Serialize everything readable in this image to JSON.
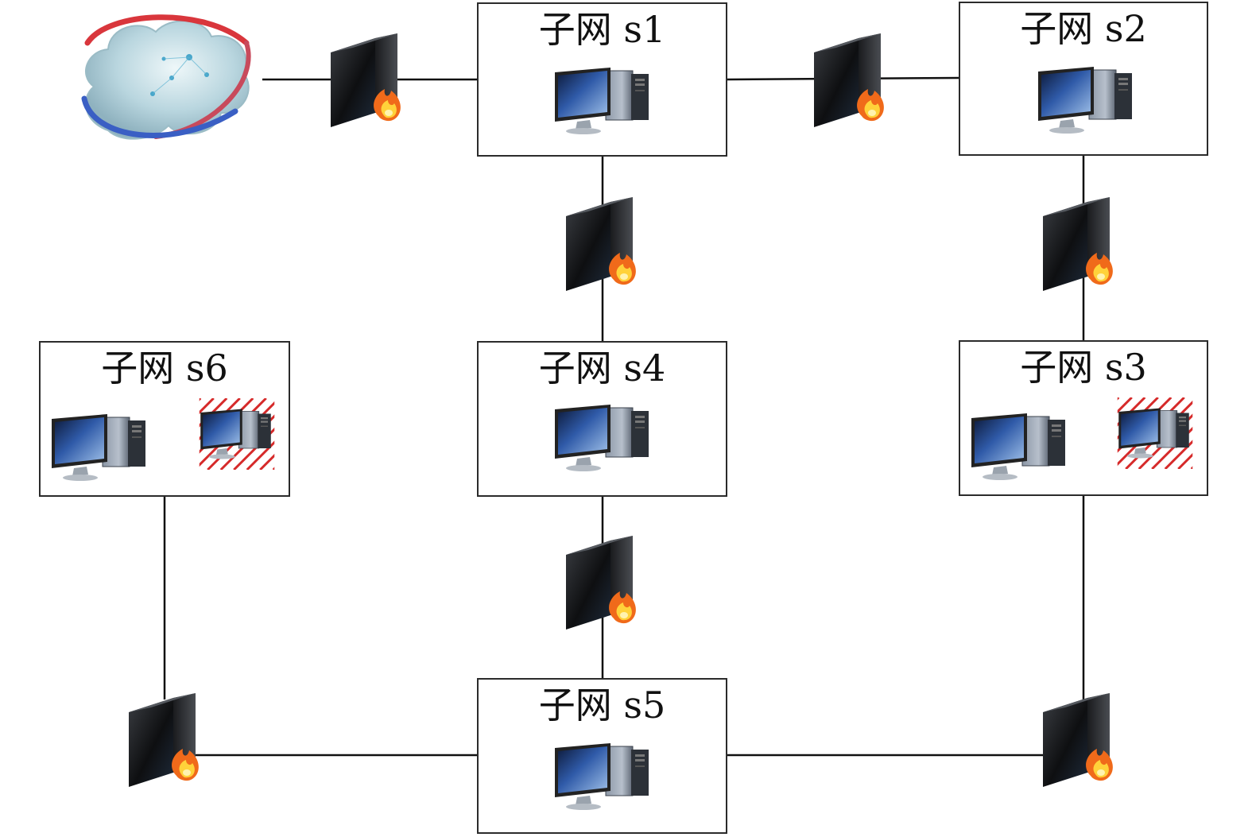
{
  "diagram": {
    "subnets": [
      {
        "id": "s1",
        "label": "子网 s1",
        "infected_hosts": 0
      },
      {
        "id": "s2",
        "label": "子网 s2",
        "infected_hosts": 0
      },
      {
        "id": "s3",
        "label": "子网 s3",
        "infected_hosts": 1
      },
      {
        "id": "s4",
        "label": "子网 s4",
        "infected_hosts": 0
      },
      {
        "id": "s5",
        "label": "子网 s5",
        "infected_hosts": 0
      },
      {
        "id": "s6",
        "label": "子网 s6",
        "infected_hosts": 1
      }
    ],
    "links": [
      {
        "from": "internet",
        "to": "s1",
        "via": "firewall"
      },
      {
        "from": "s1",
        "to": "s2",
        "via": "firewall"
      },
      {
        "from": "s1",
        "to": "s4",
        "via": "firewall"
      },
      {
        "from": "s2",
        "to": "s3",
        "via": "firewall"
      },
      {
        "from": "s4",
        "to": "s5",
        "via": "firewall"
      },
      {
        "from": "s6",
        "to": "s5",
        "via": "firewall"
      },
      {
        "from": "s3",
        "to": "s5",
        "via": "firewall"
      }
    ],
    "icons": {
      "internet": "internet-cloud-icon",
      "firewall": "firewall-icon",
      "host": "computer-icon"
    },
    "colors": {
      "infection_hatch": "#d62a2a",
      "firewall_flame": "#f06a1a"
    }
  }
}
